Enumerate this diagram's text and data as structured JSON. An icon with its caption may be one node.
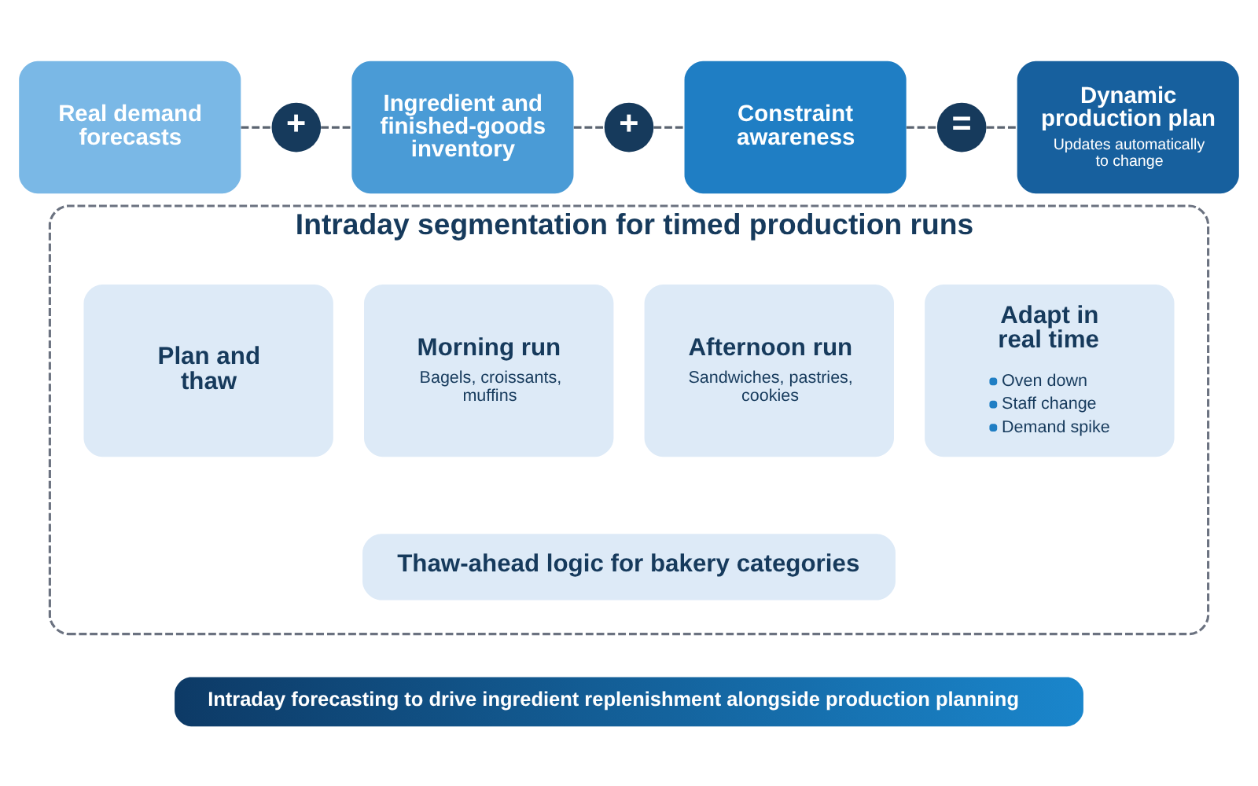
{
  "diagram": {
    "nodes": [
      {
        "text": [
          "Real demand forecasts"
        ]
      },
      {
        "text": [
          "+"
        ]
      },
      {
        "text": [
          "Ingredient and finished-goods inventory"
        ]
      },
      {
        "text": [
          "+"
        ]
      },
      {
        "text": [
          "Constraint awareness"
        ]
      },
      {
        "text": [
          "="
        ]
      },
      {
        "text": [
          "Dynamic production plan",
          "Updates automatically to change"
        ]
      },
      {
        "text": [
          "Intraday segmentation for timed production runs"
        ]
      },
      {
        "text": [
          "Plan and thaw"
        ],
        "in": 7
      },
      {
        "text": [
          "Morning run",
          "Bagels, croissants, muffins"
        ],
        "in": 7
      },
      {
        "text": [
          "Afternoon run",
          "Sandwiches, pastries, cookies"
        ],
        "in": 7
      },
      {
        "text": [
          "Adapt in real time",
          "Oven down",
          "Staff change",
          "Demand spike"
        ],
        "in": 7
      },
      {
        "text": [
          "Thaw-ahead logic for bakery categories"
        ],
        "in": 7
      },
      {
        "text": [
          "Intraday forecasting to drive ingredient replenishment alongside production planning"
        ]
      }
    ],
    "edges": [
      {
        "from": 0,
        "to": 1,
        "arrow": "none",
        "style": "dashed"
      },
      {
        "from": 1,
        "to": 2,
        "arrow": "none",
        "style": "dashed"
      },
      {
        "from": 2,
        "to": 3,
        "arrow": "none",
        "style": "dashed"
      },
      {
        "from": 3,
        "to": 4,
        "arrow": "none",
        "style": "dashed"
      },
      {
        "from": 4,
        "to": 5,
        "arrow": "none",
        "style": "dashed"
      },
      {
        "from": 5,
        "to": 6,
        "arrow": "none",
        "style": "dashed"
      }
    ]
  }
}
